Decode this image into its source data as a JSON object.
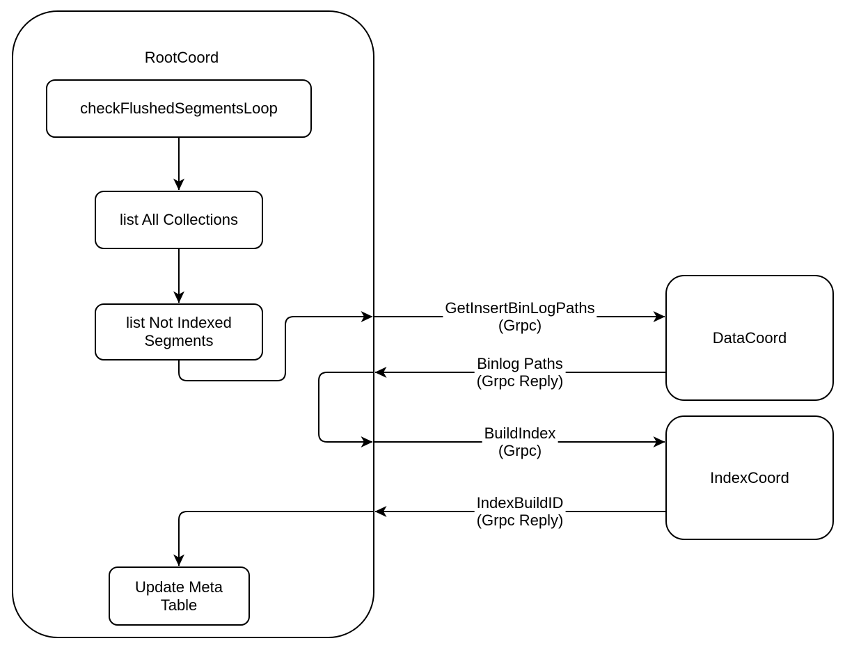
{
  "diagram": {
    "background_color": "#ffffff",
    "line_color": "#000000",
    "container": {
      "label": "RootCoord"
    },
    "nodes": [
      {
        "name": "check-flushed-segments-loop",
        "label": "checkFlushedSegmentsLoop",
        "parent": "RootCoord",
        "shape": "rounded-rect"
      },
      {
        "name": "list-all-collections",
        "label": "list All Collections",
        "parent": "RootCoord",
        "shape": "rounded-rect"
      },
      {
        "name": "list-not-indexed-segments",
        "label": "list Not Indexed Segments",
        "parent": "RootCoord",
        "shape": "rounded-rect"
      },
      {
        "name": "update-meta-table",
        "label": "Update Meta Table",
        "parent": "RootCoord",
        "shape": "rounded-rect"
      },
      {
        "name": "data-coord",
        "label": "DataCoord",
        "parent": null,
        "shape": "rounded-rect"
      },
      {
        "name": "index-coord",
        "label": "IndexCoord",
        "parent": null,
        "shape": "rounded-rect"
      }
    ],
    "edges": [
      {
        "from": "checkFlushedSegmentsLoop",
        "to": "list All Collections",
        "title": "",
        "subtitle": ""
      },
      {
        "from": "list All Collections",
        "to": "list Not Indexed Segments",
        "title": "",
        "subtitle": ""
      },
      {
        "from": "list Not Indexed Segments",
        "to": "DataCoord",
        "title": "GetInsertBinLogPaths",
        "subtitle": "(Grpc)"
      },
      {
        "from": "DataCoord",
        "to": "RootCoord",
        "title": "Binlog Paths",
        "subtitle": "(Grpc Reply)"
      },
      {
        "from": "RootCoord",
        "to": "IndexCoord",
        "title": "BuildIndex",
        "subtitle": "(Grpc)"
      },
      {
        "from": "IndexCoord",
        "to": "Update Meta Table",
        "title": "IndexBuildID",
        "subtitle": "(Grpc Reply)"
      }
    ]
  }
}
